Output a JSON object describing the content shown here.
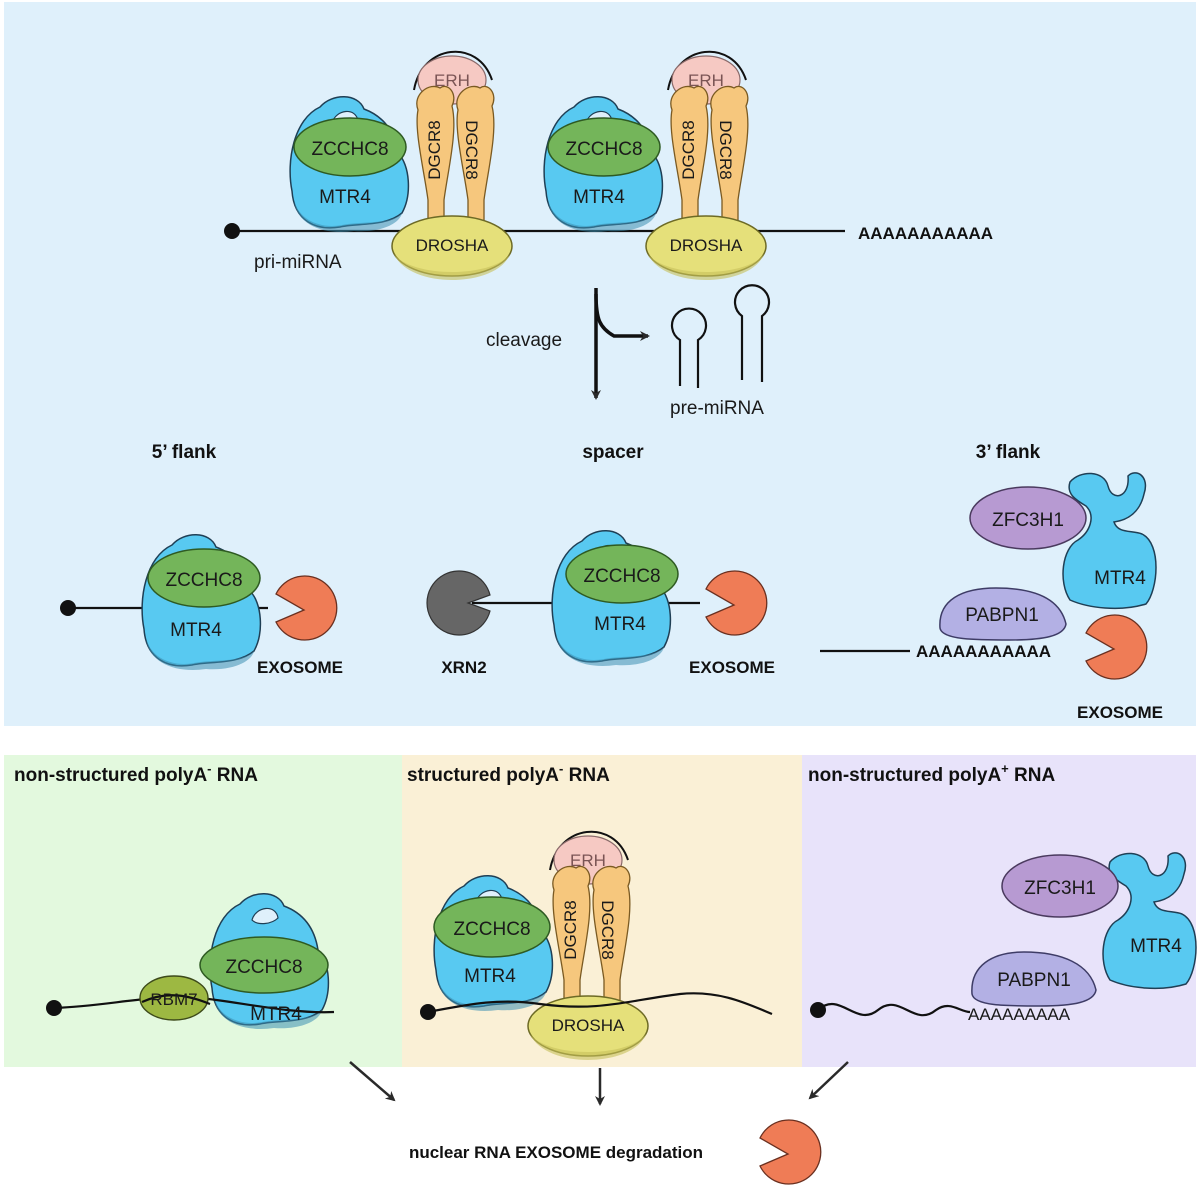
{
  "top_panel": {
    "labels": {
      "pri_mirna": "pri-miRNA",
      "polya": "AAAAAAAAAAA",
      "cleavage": "cleavage",
      "pre_mirna": "pre-miRNA"
    },
    "proteins": {
      "zcchc8": "ZCCHC8",
      "mtr4": "MTR4",
      "dgcr8": "DGCR8",
      "erh": "ERH",
      "drosha": "DROSHA",
      "zfc3h1": "ZFC3H1",
      "pabpn1": "PABPN1",
      "xrn2": "XRN2",
      "exosome": "EXOSOME"
    },
    "sections": {
      "five_flank": "5’ flank",
      "spacer": "spacer",
      "three_flank": "3’  flank"
    },
    "three_flank_polya": "AAAAAAAAAAA"
  },
  "bottom_panels": {
    "left": {
      "title": "non-structured polyA",
      "sup": "-",
      "suffix": " RNA",
      "rbm7": "RBM7"
    },
    "middle": {
      "title": "structured polyA",
      "sup": "-",
      "suffix": " RNA"
    },
    "right": {
      "title": "non-structured polyA",
      "sup": "+",
      "suffix": " RNA",
      "polya": "AAAAAAAAA"
    }
  },
  "footer": {
    "degradation": "nuclear RNA EXOSOME degradation"
  },
  "colors": {
    "top_bg": "#dff0fb",
    "left_bg": "#e3f9de",
    "middle_bg": "#faf0d6",
    "right_bg": "#e8e3fa",
    "zcchc8": "#74b55a",
    "mtr4": "#58c9f1",
    "dgcr8": "#f6c77d",
    "erh": "#f6c9c3",
    "drosha": "#e5e07a",
    "exosome": "#ef7c56",
    "xrn2": "#666666",
    "zfc3h1": "#b79ad2",
    "pabpn1": "#b3b0e4",
    "rbm7": "#9db842"
  }
}
